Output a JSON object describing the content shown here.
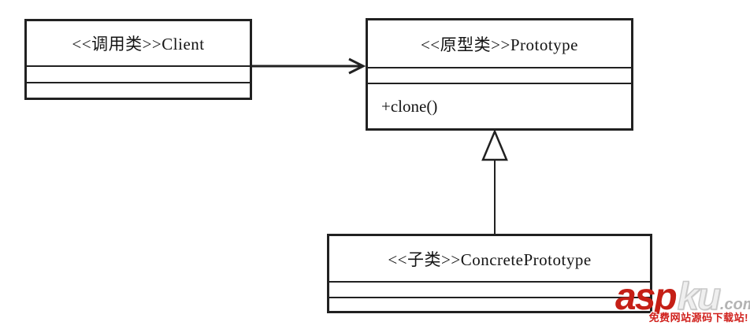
{
  "canvas": {
    "background": "#ffffff",
    "line_color": "#212121"
  },
  "classes": [
    {
      "id": "client",
      "title": "<<调用类>>Client",
      "attributes": [],
      "operations": []
    },
    {
      "id": "prototype",
      "title": "<<原型类>>Prototype",
      "attributes": [],
      "operations": [
        "+clone()"
      ]
    },
    {
      "id": "concrete_prototype",
      "title": "<<子类>>ConcretePrototype",
      "attributes": [],
      "operations": []
    }
  ],
  "relationships": [
    {
      "type": "association-open-arrow",
      "from": "client",
      "to": "prototype"
    },
    {
      "type": "generalization-hollow-triangle",
      "from": "concrete_prototype",
      "to": "prototype"
    }
  ],
  "watermark": {
    "brand_primary": "asp",
    "brand_secondary": "ku",
    "brand_tld": ".com",
    "tagline": "免费网站源码下载站!",
    "colors": {
      "primary": "#c51f16",
      "secondary": "#efefef",
      "tld": "#b3b3b3",
      "tagline": "#d0201c"
    }
  }
}
